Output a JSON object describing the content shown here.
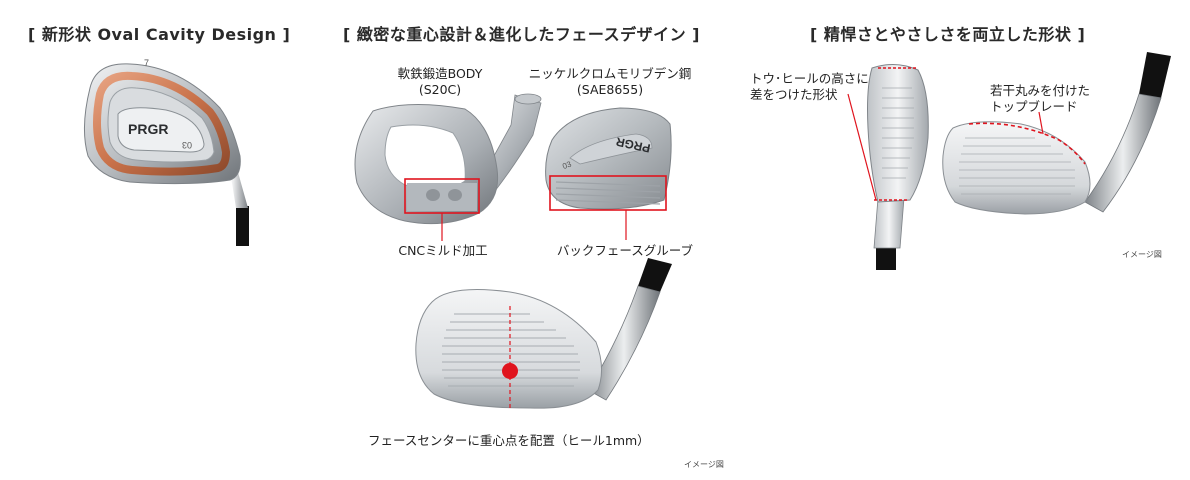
{
  "sections": {
    "oval": {
      "heading": "[ 新形状 Oval Cavity Design ]"
    },
    "center": {
      "heading": "[ 緻密な重心設計＆進化したフェースデザイン ]",
      "material_body_1": "軟鉄鍛造BODY",
      "material_body_2": "(S20C)",
      "material_face_1": "ニッケルクロムモリブデン鋼",
      "material_face_2": "(SAE8655)",
      "cnc_label": "CNCミルド加工",
      "groove_label": "バックフェースグルーブ",
      "gravity_label": "フェースセンターに重心点を配置（ヒール1mm）",
      "image_note": "イメージ図"
    },
    "shape": {
      "heading": "[ 精悍さとやさしさを両立した形状 ]",
      "toe_heel_1": "トウ･ヒールの高さに",
      "toe_heel_2": "差をつけた形状",
      "blade_1": "若干丸みを付けた",
      "blade_2": "トップブレード",
      "image_note": "イメージ図"
    }
  },
  "logo": {
    "brand": "PRGR",
    "model_mark": "03"
  },
  "colors": {
    "accent_red": "#e0141e",
    "copper": "#c9724a",
    "steel": "#c8ccd0"
  }
}
